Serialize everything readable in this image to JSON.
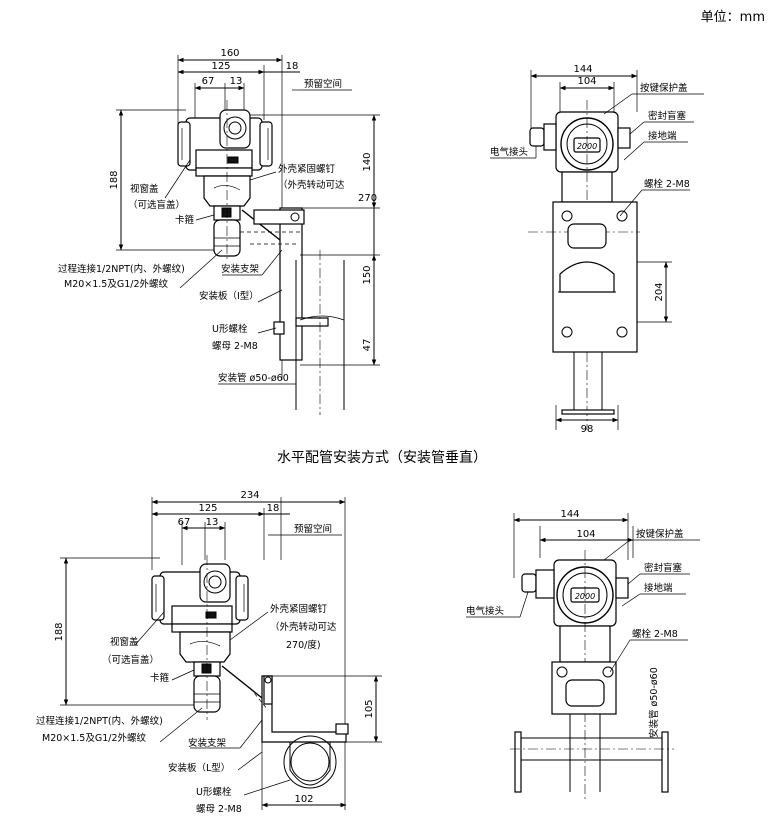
{
  "unit_label": "单位：mm",
  "caption_top": "水平配管安装方式（安装管垂直）",
  "top_side": {
    "dim_overall_w": "160",
    "dim_125": "125",
    "dim_18": "18",
    "dim_67": "67",
    "dim_13": "13",
    "dim_188": "188",
    "dim_140": "140",
    "dim_270": "270",
    "dim_150": "150",
    "dim_47": "47",
    "label_reserved": "预留空间",
    "label_window_1": "视窗盖",
    "label_window_2": "（可选盲盖）",
    "label_screw_1": "外壳紧固螺钉",
    "label_screw_2": "（外壳转动可达",
    "label_clamp": "卡箍",
    "label_proc_1": "过程连接1/2NPT(内、外螺纹)",
    "label_proc_2": "M20×1.5及G1/2外螺纹",
    "label_bracket": "安装支架",
    "label_plate": "安装板（I型）",
    "label_ubolt": "U形螺栓",
    "label_nut": "螺母 2-M8",
    "label_pipe": "安装管 ø50-ø60"
  },
  "top_front": {
    "dim_144": "144",
    "dim_104": "104",
    "dim_204": "204",
    "dim_98": "98",
    "label_button": "按键保护盖",
    "label_seal": "密封盲塞",
    "label_ground": "接地端",
    "label_elec": "电气接头",
    "label_bolt": "螺栓 2-M8",
    "display": "2000"
  },
  "bottom_side": {
    "dim_overall_w": "234",
    "dim_125": "125",
    "dim_18": "18",
    "dim_67": "67",
    "dim_13": "13",
    "dim_188": "188",
    "dim_105": "105",
    "dim_102": "102",
    "label_reserved": "预留空间",
    "label_window_1": "视窗盖",
    "label_window_2": "（可选盲盖）",
    "label_screw_1": "外壳紧固螺钉",
    "label_screw_2": "（外壳转动可达",
    "label_screw_3": "270/度)",
    "label_clamp": "卡箍",
    "label_proc_1": "过程连接1/2NPT(内、外螺纹)",
    "label_proc_2": "M20×1.5及G1/2外螺纹",
    "label_bracket": "安装支架",
    "label_plate": "安装板（L型）",
    "label_ubolt": "U形螺栓",
    "label_nut": "螺母 2-M8"
  },
  "bottom_front": {
    "dim_144": "144",
    "dim_104": "104",
    "label_button": "按键保护盖",
    "label_seal": "密封盲塞",
    "label_ground": "接地端",
    "label_elec": "电气接头",
    "label_bolt": "螺栓 2-M8",
    "label_pipe_v": "安装管 ø50-ø60",
    "display": "2000"
  }
}
